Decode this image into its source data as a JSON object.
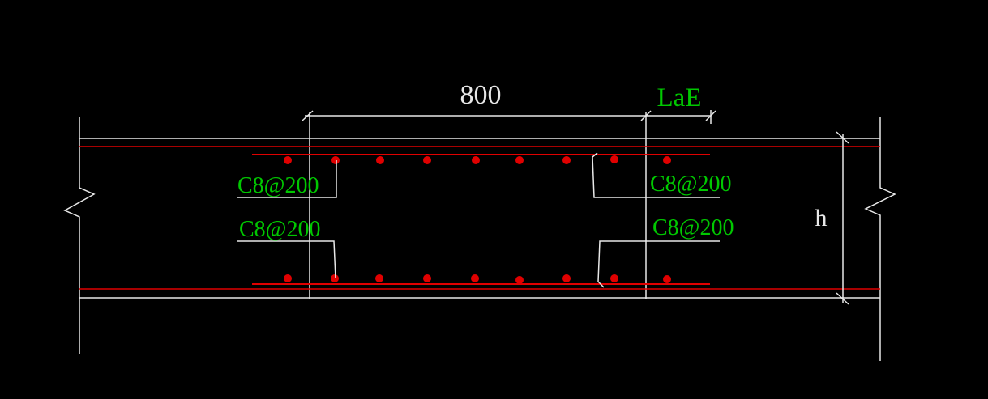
{
  "colors": {
    "background": "#000000",
    "outline": "#e8e8e8",
    "rebar": "#e00000",
    "annotation": "#00c800"
  },
  "dimensions": {
    "span": "800",
    "anchorage": "LaE",
    "height": "h"
  },
  "callouts": {
    "top_left": "C8@200",
    "bottom_left": "C8@200",
    "top_right": "C8@200",
    "bottom_right": "C8@200"
  },
  "rebar": {
    "top_bar_count": 9,
    "bottom_bar_count": 9
  }
}
